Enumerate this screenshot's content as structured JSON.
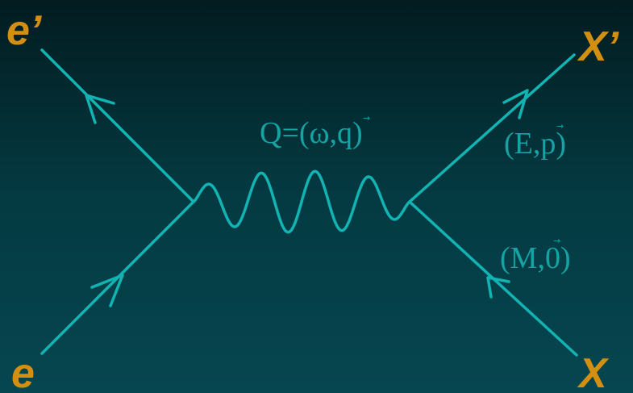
{
  "particles": {
    "incoming_electron": "e",
    "outgoing_electron": "e’",
    "incoming_target": "X",
    "outgoing_target": "X’"
  },
  "kinematics": {
    "photon": "Q=(ω,q)",
    "outgoing_target": "(E,p)",
    "incoming_target": "(M,0)"
  },
  "vector_marker": "→",
  "colors": {
    "lines": "#12b3b3",
    "particle_labels": "#d38f12",
    "kinematic_labels": "#15a3a3",
    "background_top": "#021c20",
    "background_bottom": "#064650"
  }
}
